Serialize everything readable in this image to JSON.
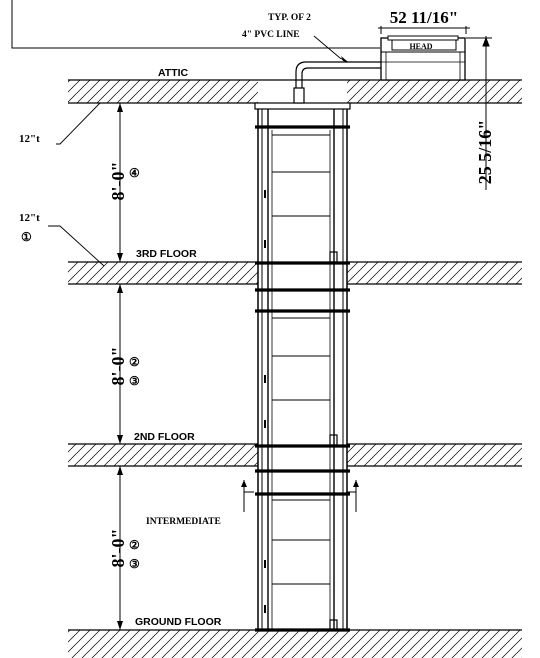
{
  "labels": {
    "pvc_note_line1": "TYP. OF 2",
    "pvc_note_line2": "4\" PVC LINE",
    "head": "HEAD",
    "attic": "ATTIC",
    "third_floor": "3RD FLOOR",
    "second_floor": "2ND FLOOR",
    "ground_floor": "GROUND FLOOR",
    "intermediate": "INTERMEDIATE"
  },
  "dimensions": {
    "head_width": "52 11/16\"",
    "head_height": "25 5/16\"",
    "floor_to_floor_top": "8'-0\"",
    "floor_to_floor_middle": "8'-0\"",
    "floor_to_floor_bottom": "8'-0\"",
    "slab_thickness_attic": "12\"t",
    "slab_thickness_third": "12\"t"
  },
  "callouts": {
    "top_span": [
      "④"
    ],
    "slab_third": "①",
    "middle_span": [
      "②",
      "③"
    ],
    "bottom_span": [
      "②",
      "③"
    ]
  }
}
